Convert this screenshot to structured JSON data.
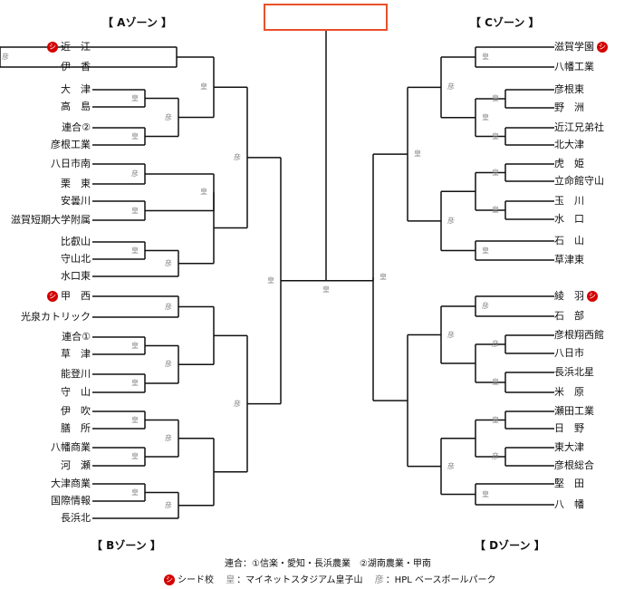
{
  "zones": {
    "a": "【 Aゾーン 】",
    "b": "【 Bゾーン 】",
    "c": "【 Cゾーン 】",
    "d": "【 Dゾーン 】"
  },
  "seed_mark": "シ",
  "venue_labels": {
    "kou": "皇",
    "hiko": "彦"
  },
  "left_teams": [
    {
      "name": "近　江",
      "seed": true
    },
    {
      "name": "伊　香"
    },
    {
      "name": "大　津"
    },
    {
      "name": "高　島"
    },
    {
      "name": "連合②"
    },
    {
      "name": "彦根工業"
    },
    {
      "name": "八日市南"
    },
    {
      "name": "栗　東"
    },
    {
      "name": "安曇川"
    },
    {
      "name": "滋賀短期大学附属"
    },
    {
      "name": "比叡山"
    },
    {
      "name": "守山北"
    },
    {
      "name": "水口東"
    },
    {
      "name": "甲　西",
      "seed": true
    },
    {
      "name": "光泉カトリック"
    },
    {
      "name": "連合①"
    },
    {
      "name": "草　津"
    },
    {
      "name": "能登川"
    },
    {
      "name": "守　山"
    },
    {
      "name": "伊　吹"
    },
    {
      "name": "膳　所"
    },
    {
      "name": "八幡商業"
    },
    {
      "name": "河　瀬"
    },
    {
      "name": "大津商業"
    },
    {
      "name": "国際情報"
    },
    {
      "name": "長浜北"
    }
  ],
  "right_teams": [
    {
      "name": "滋賀学園",
      "seed": true
    },
    {
      "name": "八幡工業"
    },
    {
      "name": "彦根東"
    },
    {
      "name": "野　洲"
    },
    {
      "name": "近江兄弟社"
    },
    {
      "name": "北大津"
    },
    {
      "name": "虎　姫"
    },
    {
      "name": "立命館守山"
    },
    {
      "name": "玉　川"
    },
    {
      "name": "水　口"
    },
    {
      "name": "石　山"
    },
    {
      "name": "草津東"
    },
    {
      "name": "綾　羽",
      "seed": true
    },
    {
      "name": "石　部"
    },
    {
      "name": "彦根翔西館"
    },
    {
      "name": "八日市"
    },
    {
      "name": "長浜北星"
    },
    {
      "name": "米　原"
    },
    {
      "name": "瀬田工業"
    },
    {
      "name": "日　野"
    },
    {
      "name": "東大津"
    },
    {
      "name": "彦根総合"
    },
    {
      "name": "堅　田"
    },
    {
      "name": "八　幡"
    }
  ],
  "footer": {
    "rengo_note": "連合：①信楽・愛知・長浜農業　②湖南農業・甲南",
    "legend_seed": "シード校",
    "legend_kou_mark": "皇",
    "legend_kou": "：マイネットスタジアム皇子山",
    "legend_hiko_mark": "彦",
    "legend_hiko": "：HPL ベースボールパーク"
  }
}
